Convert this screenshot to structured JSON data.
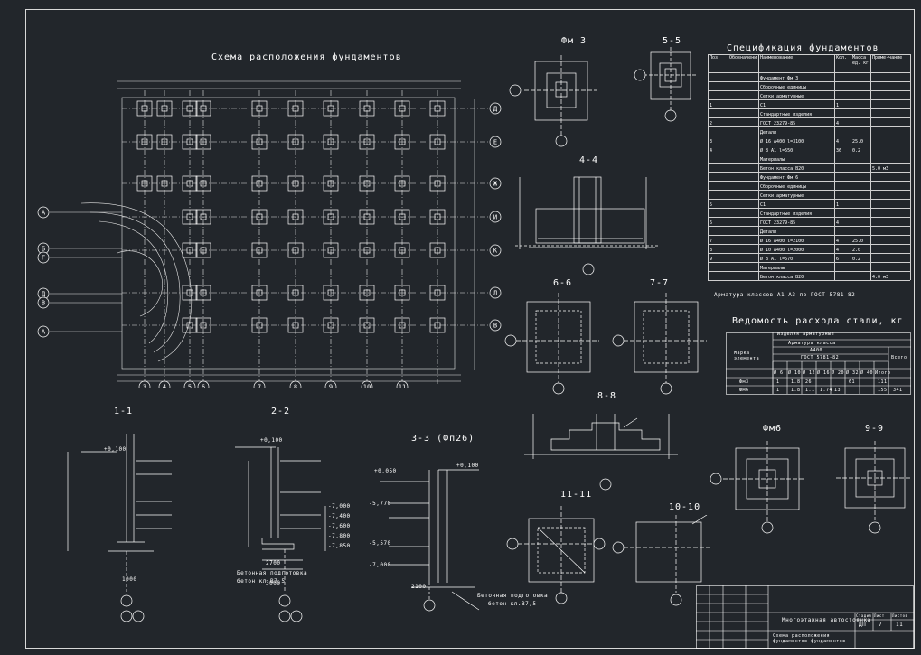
{
  "drawing": {
    "main_plan_title": "Схема расположения фундаментов",
    "section_labels": {
      "fm3": "Фм 3",
      "s5": "5-5",
      "s4": "4-4",
      "s6": "6-6",
      "s7": "7-7",
      "s8": "8-8",
      "fm6": "Фм6",
      "s9": "9-9",
      "s11": "11-11",
      "s10": "10-10",
      "s1": "1-1",
      "s2": "2-2",
      "s3": "3-3 (Фп26)"
    },
    "spec_title": "Спецификация фундаментов",
    "steel_title": "Ведомость расхода стали, кг",
    "spec_footnote": "Арматура классов А1  А3 по ГОСТ 5781-82",
    "spec_headers": [
      "Поз.",
      "Обозначение",
      "Наименование",
      "Кол.",
      "Масса ед. кг",
      "Приме-чание"
    ],
    "spec_rows": [
      {
        "pos": "",
        "name": "Фундамент Фм 3",
        "qty": "",
        "mass": "",
        "note": ""
      },
      {
        "pos": "",
        "name": "Сборочные единицы",
        "qty": "",
        "mass": "",
        "note": ""
      },
      {
        "pos": "",
        "name": "Сетки арматурные",
        "qty": "",
        "mass": "",
        "note": ""
      },
      {
        "pos": "1",
        "name": "С1",
        "qty": "1",
        "mass": "",
        "note": ""
      },
      {
        "pos": "",
        "name": "Стандартные изделия",
        "qty": "",
        "mass": "",
        "note": ""
      },
      {
        "pos": "2",
        "name": "ГОСТ 23279-85",
        "qty": "4",
        "mass": "",
        "note": ""
      },
      {
        "pos": "",
        "name": "Детали",
        "qty": "",
        "mass": "",
        "note": ""
      },
      {
        "pos": "3",
        "name": "Ø 16 А400 l=3100",
        "qty": "4",
        "mass": "25.0",
        "note": ""
      },
      {
        "pos": "4",
        "name": "Ø 8 А1 l=550",
        "qty": "36",
        "mass": "0.2",
        "note": ""
      },
      {
        "pos": "",
        "name": "Материалы",
        "qty": "",
        "mass": "",
        "note": ""
      },
      {
        "pos": "",
        "name": "Бетон класса В20",
        "qty": "",
        "mass": "",
        "note": "5.0 м3"
      },
      {
        "pos": "",
        "name": "Фундамент Фм 6",
        "qty": "",
        "mass": "",
        "note": ""
      },
      {
        "pos": "",
        "name": "Сборочные единицы",
        "qty": "",
        "mass": "",
        "note": ""
      },
      {
        "pos": "",
        "name": "Сетки арматурные",
        "qty": "",
        "mass": "",
        "note": ""
      },
      {
        "pos": "5",
        "name": "С1",
        "qty": "1",
        "mass": "",
        "note": ""
      },
      {
        "pos": "",
        "name": "Стандартные изделия",
        "qty": "",
        "mass": "",
        "note": ""
      },
      {
        "pos": "6",
        "name": "ГОСТ 23279-85",
        "qty": "4",
        "mass": "",
        "note": ""
      },
      {
        "pos": "",
        "name": "Детали",
        "qty": "",
        "mass": "",
        "note": ""
      },
      {
        "pos": "7",
        "name": "Ø 16 А400 l=2100",
        "qty": "4",
        "mass": "25.0",
        "note": ""
      },
      {
        "pos": "8",
        "name": "Ø 10 А400 l=2000",
        "qty": "4",
        "mass": "2.0",
        "note": ""
      },
      {
        "pos": "9",
        "name": "Ø 8 А1 l=570",
        "qty": "6",
        "mass": "0.2",
        "note": ""
      },
      {
        "pos": "",
        "name": "Материалы",
        "qty": "",
        "mass": "",
        "note": ""
      },
      {
        "pos": "",
        "name": "Бетон класса В20",
        "qty": "",
        "mass": "",
        "note": "4.0 м3"
      }
    ],
    "steel_table": {
      "group": "Изделия арматурные",
      "arm_class": "Арматура класса",
      "class": "А400",
      "gost": "ГОСТ 5781-82",
      "col_mark": "Марка элемента",
      "col_total": "Всего",
      "diam": [
        "Ø 6",
        "Ø 10",
        "Ø 12",
        "Ø 16",
        "Ø 20",
        "Ø 32",
        "Ø 40",
        "Итого"
      ],
      "rows": [
        {
          "mark": "Фм3",
          "vals": [
            "1",
            "1.8",
            "26",
            "",
            "",
            "61",
            "",
            "111"
          ],
          "total": ""
        },
        {
          "mark": "Фм6",
          "vals": [
            "1",
            "1.8",
            "1.1",
            "1.74",
            "13",
            "",
            "",
            "155"
          ],
          "total": "341"
        }
      ]
    },
    "plan_axes_letters": [
      "Д",
      "Е",
      "Ж",
      "И",
      "К",
      "Л",
      "В"
    ],
    "plan_axes_numbers": [
      "3",
      "4",
      "5",
      "6",
      "7",
      "8",
      "9",
      "10",
      "11"
    ],
    "left_axes": [
      "А",
      "Б",
      "Г",
      "Д",
      "В",
      "А"
    ],
    "section_marks": {
      "plus0100": "+0,100",
      "plus0050": "+0,050",
      "m7000": "-7,000",
      "m7400": "-7,400",
      "m7600": "-7,600",
      "m7800": "-7,800",
      "m7850": "-7,850",
      "m5770": "-5,770",
      "m5570": "-5,570",
      "beton": "Бетонная подготовка",
      "beton2": "бетон кл.В7,5",
      "dim1": "1000",
      "dim2": "2700",
      "dim3": "3000",
      "dim4": "2100"
    },
    "stamp": {
      "title": "Многоэтажная автостоянка",
      "sheet_name": "Схема расположения фундаментов фундаментов",
      "stage": "ДП",
      "sheet": "7",
      "sheets": "11",
      "col_stage": "Стадия",
      "col_sheet": "Лист",
      "col_sheets": "Листов"
    }
  }
}
